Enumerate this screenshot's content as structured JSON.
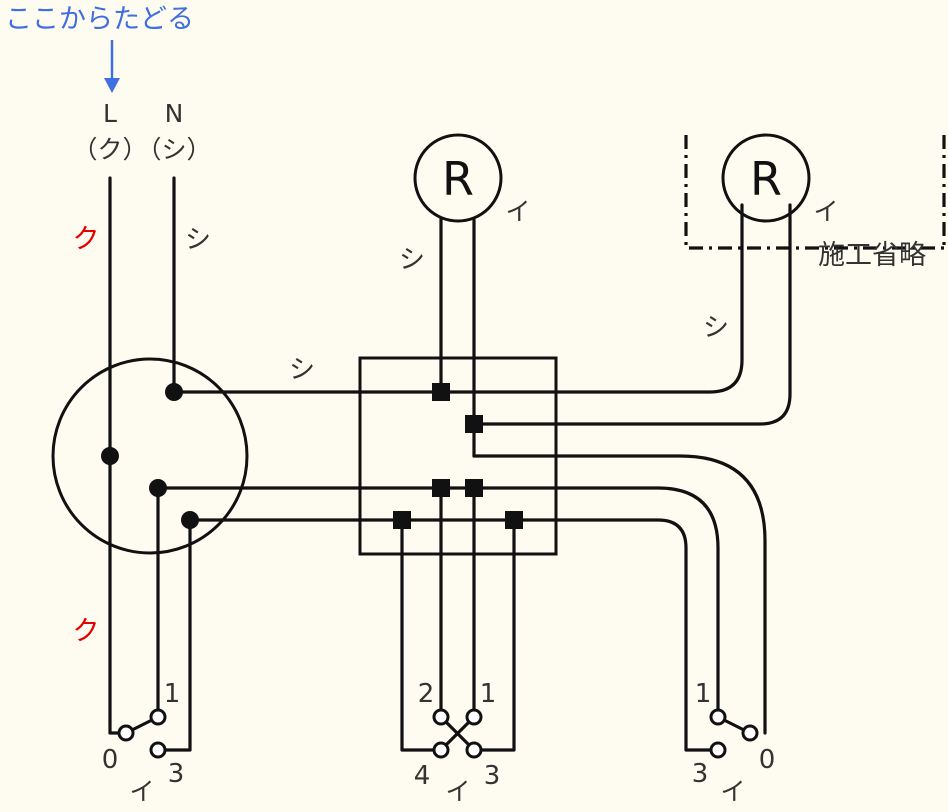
{
  "start_label": "ここからたどる",
  "colors": {
    "background": "#FEFBF0",
    "wire": "#111111",
    "accent_blue": "#3F6FE0",
    "marker_red": "#E60000",
    "label": "#333333"
  },
  "source": {
    "line_label": "L",
    "neutral_label": "N",
    "line_wire_label": "（ク）",
    "neutral_wire_label": "（シ）"
  },
  "wire_markers": {
    "ku_upper": "ク",
    "ku_lower": "ク",
    "shi_left": "シ",
    "shi_box": "シ",
    "shi_lamp_center": "シ",
    "shi_lamp_right": "シ"
  },
  "lamp_center": {
    "symbol": "R",
    "tag": "イ"
  },
  "lamp_right": {
    "symbol": "R",
    "tag": "イ"
  },
  "omitted_label": "施工省略",
  "switches": {
    "left": {
      "t1": "1",
      "t0": "0",
      "t3": "3",
      "tag": "イ"
    },
    "center": {
      "t2": "2",
      "t1": "1",
      "t4": "4",
      "t3": "3",
      "tag": "イ"
    },
    "right": {
      "t1": "1",
      "t3": "3",
      "t0": "0",
      "tag": "イ"
    }
  }
}
